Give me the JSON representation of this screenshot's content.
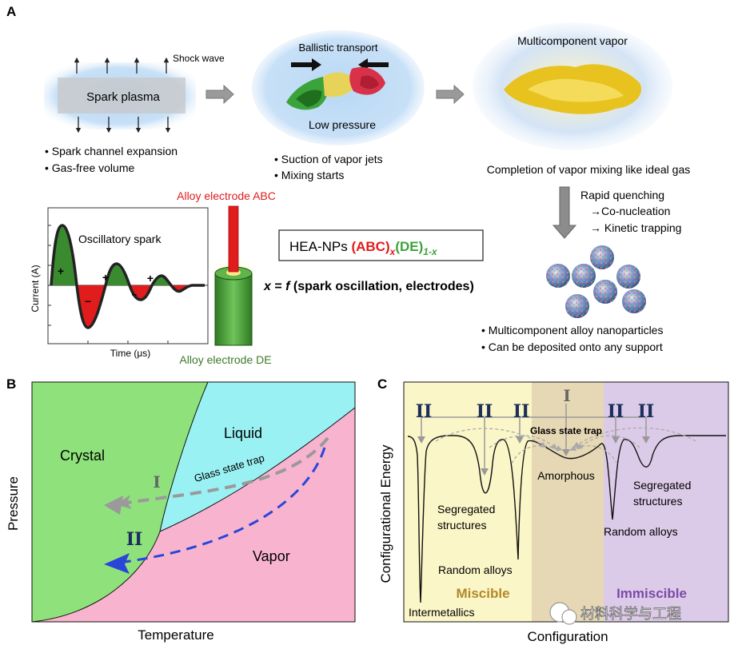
{
  "panel_a": {
    "label": "A",
    "stage1": {
      "plasma_label": "Spark plasma",
      "shock_label": "Shock wave",
      "bullets": [
        "Spark channel expansion",
        "Gas-free volume"
      ]
    },
    "stage2": {
      "top_label": "Ballistic transport",
      "bottom_label": "Low pressure",
      "bullets": [
        "Suction of vapor jets",
        "Mixing starts"
      ]
    },
    "stage3": {
      "title": "Multicomponent vapor",
      "caption": "Completion of vapor mixing like ideal gas"
    },
    "quench": {
      "lines": [
        "Rapid quenching",
        "→Co-nucleation",
        "→ Kinetic trapping"
      ]
    },
    "nano_bullets": [
      "Multicomponent alloy nanoparticles",
      "Can be deposited onto any support"
    ],
    "spark_plot": {
      "title": "Oscillatory spark",
      "xlabel": "Time (μs)",
      "ylabel": "Current (A)",
      "plus": "+",
      "minus": "–"
    },
    "electrode_top": "Alloy electrode ABC",
    "electrode_bottom": "Alloy electrode DE",
    "formula": {
      "prefix": "HEA-NPs ",
      "abc": "(ABC)",
      "x": "x",
      "de": "(DE)",
      "sub": "1-x"
    },
    "equation": {
      "x": "x",
      "eq": " = ",
      "f": "f",
      "rest": " (spark oscillation, electrodes)"
    }
  },
  "panel_b": {
    "label": "B",
    "regions": {
      "crystal": "Crystal",
      "liquid": "Liquid",
      "vapor": "Vapor"
    },
    "trap_label": "Glass state trap",
    "path1": "I",
    "path2": "II",
    "xlabel": "Temperature",
    "ylabel": "Pressure",
    "colors": {
      "crystal": "#8fe27b",
      "liquid": "#9af1f3",
      "vapor": "#f8b4cf",
      "path1": "#9a9a9a",
      "path2": "#2a46d8"
    }
  },
  "panel_c": {
    "label": "C",
    "trap_label": "Glass state trap",
    "path1": "I",
    "path2": "II",
    "labels": {
      "intermetallics": "Intermetallics",
      "random_left": "Random alloys",
      "seg_left_1": "Segregated",
      "seg_left_2": "structures",
      "amorphous": "Amorphous",
      "seg_right_1": "Segregated",
      "seg_right_2": "structures",
      "random_right": "Random alloys",
      "miscible": "Miscible",
      "immiscible": "Immiscible"
    },
    "xlabel": "Configuration",
    "ylabel": "Configurational Energy",
    "colors": {
      "miscible": "#fbf6c8",
      "amorphous": "#e6d8b4",
      "immiscible": "#dccbe8",
      "miscible_text": "#b3892a",
      "immiscible_text": "#7b4aa8"
    }
  },
  "watermark": "材料科学与工程"
}
